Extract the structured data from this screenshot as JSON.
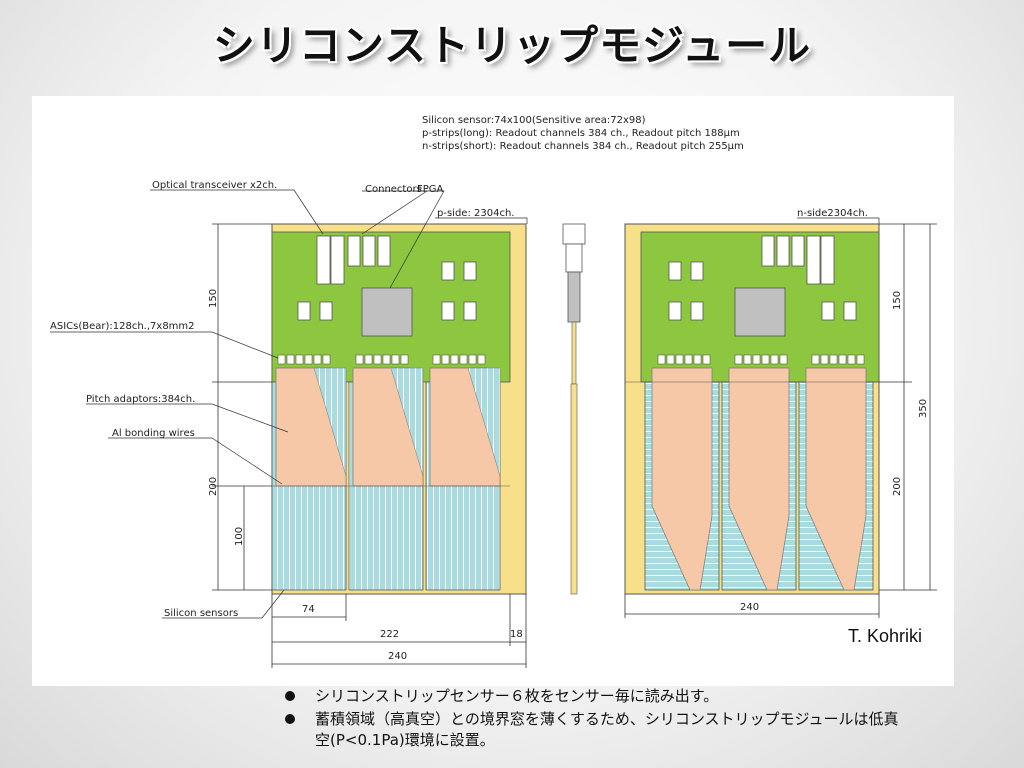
{
  "slide": {
    "title": "シリコンストリップモジュール",
    "credit": "T. Kohriki",
    "bullets": [
      "シリコンストリップセンサー６枚をセンサー毎に読み出す。",
      "蓄積領域（高真空）との境界窓を薄くするため、シリコンストリップモジュールは低真空(P<0.1Pa)環境に設置。"
    ]
  },
  "diagram": {
    "spec_lines": [
      "Silicon sensor:74x100(Sensitive area:72x98)",
      "p-strips(long): Readout channels 384 ch., Readout pitch 188μm",
      "n-strips(short): Readout channels 384 ch., Readout pitch 255μm"
    ],
    "labels": {
      "optical": "Optical transceiver x2ch.",
      "connectors": "Connectors",
      "fpga": "FPGA",
      "p_side": "p-side: 2304ch.",
      "n_side": "n-side2304ch.",
      "asics": "ASICs(Bear):128ch.,7x8mm2",
      "pitch": "Pitch adaptors:384ch.",
      "al": "Al bonding wires",
      "sensors": "Silicon sensors"
    },
    "dims": {
      "d150_left": "150",
      "d200_left": "200",
      "d100": "100",
      "d74": "74",
      "d222": "222",
      "d18": "18",
      "d240_left": "240",
      "d150_right": "150",
      "d350": "350",
      "d200_right": "200",
      "d240_right": "240"
    },
    "colors": {
      "pcb": "#8dc63f",
      "frame": "#f8e08a",
      "adaptor": "#f6c8a8",
      "sensor": "#a8dce0",
      "chip": "#c0c0c0"
    }
  }
}
